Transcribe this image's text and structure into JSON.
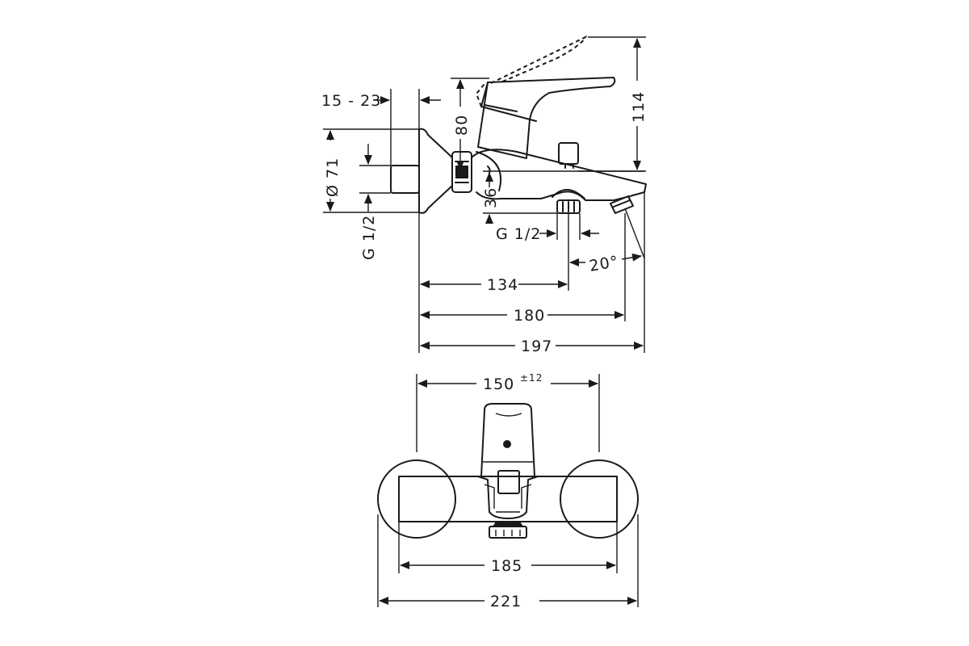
{
  "diagram": {
    "side_view": {
      "dimensions": {
        "wall_distance": "15 - 23",
        "diameter": "Ø 71",
        "connection_left": "G 1/2",
        "lever_height": "80",
        "total_height": "114",
        "spout_height": "36",
        "connection_bottom": "G 1/2",
        "angle": "20°",
        "depth_outlet": "134",
        "depth_spout": "180",
        "depth_total": "197"
      }
    },
    "front_view": {
      "dimensions": {
        "center_distance": "150",
        "center_tolerance": "±12",
        "body_width": "185",
        "overall_width": "221"
      }
    }
  }
}
